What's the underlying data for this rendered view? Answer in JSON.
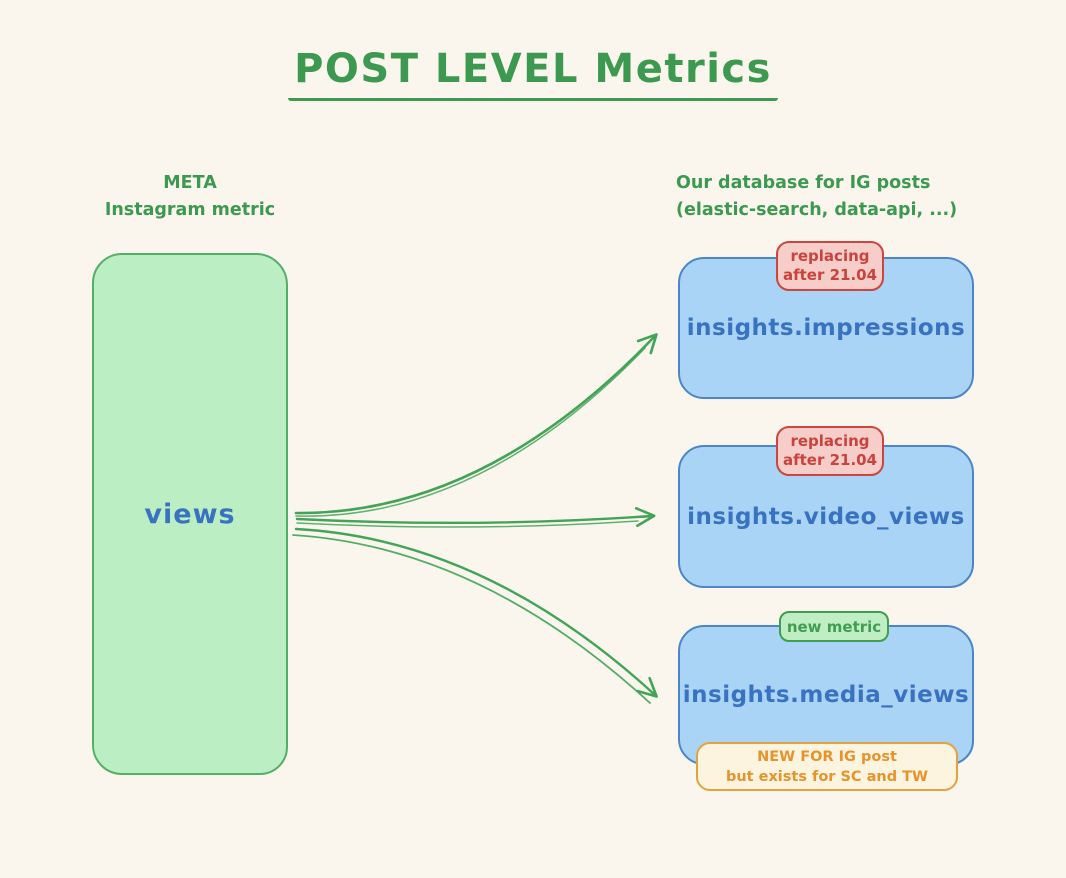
{
  "title": "POST LEVEL Metrics",
  "left_column": {
    "heading_line1": "META",
    "heading_line2": "Instagram metric",
    "source_node": {
      "label": "views"
    }
  },
  "right_column": {
    "heading_line1": "Our database for IG posts",
    "heading_line2": "(elastic-search, data-api, ...)",
    "targets": [
      {
        "label": "insights.impressions",
        "badge": {
          "line1": "replacing",
          "line2": "after 21.04",
          "type": "replacing"
        }
      },
      {
        "label": "insights.video_views",
        "badge": {
          "line1": "replacing",
          "line2": "after 21.04",
          "type": "replacing"
        }
      },
      {
        "label": "insights.media_views",
        "badge": {
          "line1": "new metric",
          "type": "new"
        },
        "note": {
          "line1": "NEW FOR IG post",
          "line2": "but exists for SC and TW"
        }
      }
    ]
  },
  "colors": {
    "background": "#faf6ee",
    "green_text": "#3d9950",
    "green_fill": "#bceec4",
    "green_border": "#54ae68",
    "blue_fill": "#a9d4f6",
    "blue_border": "#4c86c6",
    "blue_text": "#3a72c2",
    "red_fill": "#f6cdc9",
    "red_border": "#cc453f",
    "red_text": "#c9433d",
    "orange_fill": "#fdf4e0",
    "orange_border": "#e2a23f",
    "orange_text": "#e5932b",
    "arrow_green": "#43a457"
  }
}
